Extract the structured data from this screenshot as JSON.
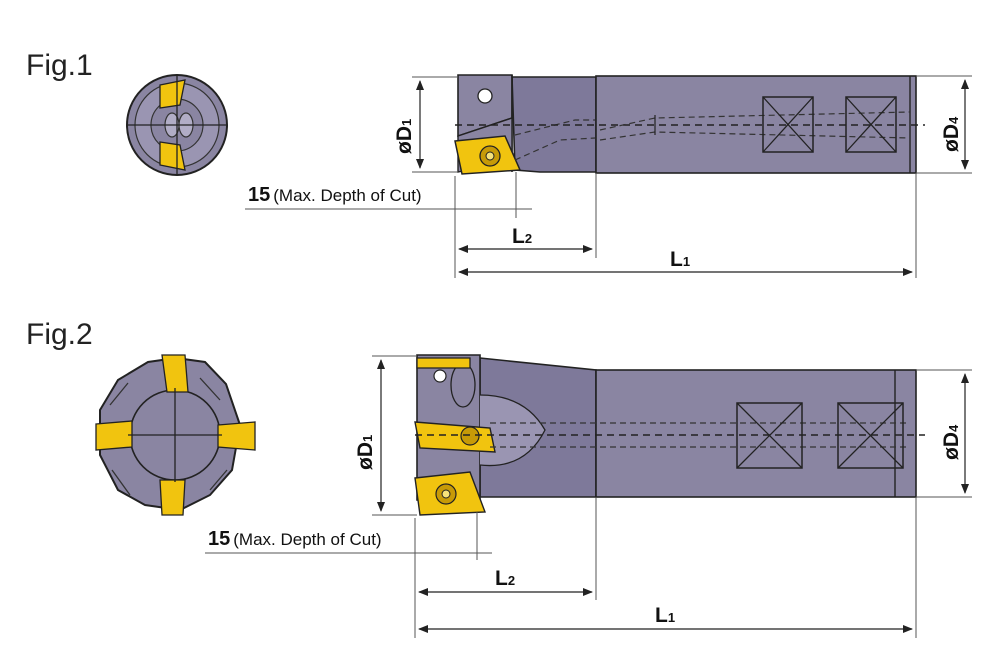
{
  "figures": [
    {
      "id": "fig1",
      "title": "Fig.1",
      "labels": {
        "d1_main": "øD",
        "d1_sub": "1",
        "d4_main": "øD",
        "d4_sub": "4",
        "l1_main": "L",
        "l1_sub": "1",
        "l2_main": "L",
        "l2_sub": "2",
        "depth_value": "15",
        "depth_note": "(Max. Depth of Cut)"
      }
    },
    {
      "id": "fig2",
      "title": "Fig.2",
      "labels": {
        "d1_main": "øD",
        "d1_sub": "1",
        "d4_main": "øD",
        "d4_sub": "4",
        "l1_main": "L",
        "l1_sub": "1",
        "l2_main": "L",
        "l2_sub": "2",
        "depth_value": "15",
        "depth_note": "(Max. Depth of Cut)"
      }
    }
  ],
  "colors": {
    "body": "#8a85a2",
    "body_dark": "#6f6a88",
    "insert": "#f1c40f",
    "insert_dark": "#c79a07",
    "line": "#222222"
  }
}
